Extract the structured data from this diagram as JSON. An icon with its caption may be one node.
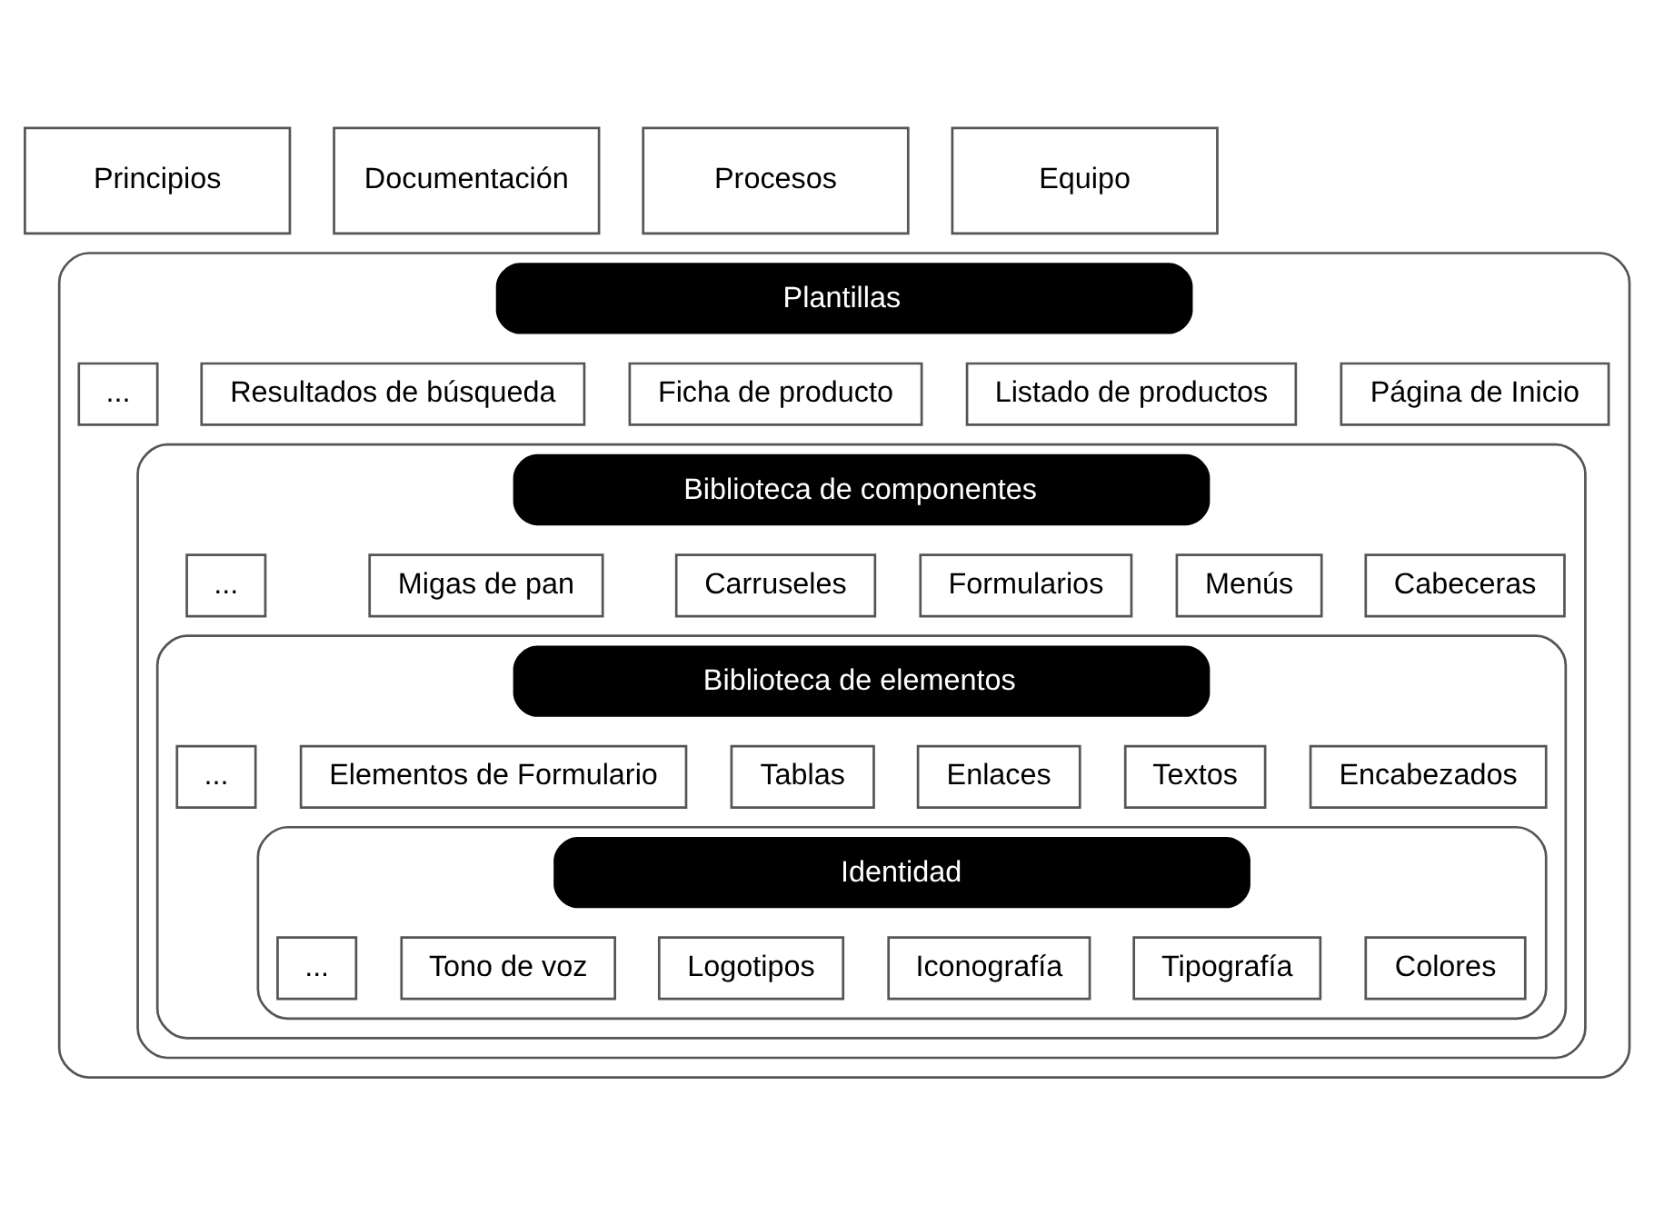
{
  "diagram": {
    "nodes": [
      {
        "text": [
          "Principios"
        ]
      },
      {
        "text": [
          "Documentación"
        ]
      },
      {
        "text": [
          "Procesos"
        ]
      },
      {
        "text": [
          "Equipo"
        ]
      },
      {
        "text": [
          "Plantillas"
        ]
      },
      {
        "text": [
          "Página de Inicio"
        ],
        "in": 4
      },
      {
        "text": [
          "Listado de productos"
        ],
        "in": 4
      },
      {
        "text": [
          "Ficha de producto"
        ],
        "in": 4
      },
      {
        "text": [
          "Resultados de búsqueda"
        ],
        "in": 4
      },
      {
        "text": [
          "..."
        ],
        "in": 4
      },
      {
        "text": [
          "Biblioteca de componentes"
        ],
        "in": 4
      },
      {
        "text": [
          "Cabeceras"
        ],
        "in": 10
      },
      {
        "text": [
          "Menús"
        ],
        "in": 10
      },
      {
        "text": [
          "Formularios"
        ],
        "in": 10
      },
      {
        "text": [
          "Carruseles"
        ],
        "in": 10
      },
      {
        "text": [
          "Migas de pan"
        ],
        "in": 10
      },
      {
        "text": [
          "..."
        ],
        "in": 10
      },
      {
        "text": [
          "Biblioteca de elementos"
        ],
        "in": 10
      },
      {
        "text": [
          "Encabezados"
        ],
        "in": 17
      },
      {
        "text": [
          "Textos"
        ],
        "in": 17
      },
      {
        "text": [
          "Enlaces"
        ],
        "in": 17
      },
      {
        "text": [
          "Tablas"
        ],
        "in": 17
      },
      {
        "text": [
          "Elementos de Formulario"
        ],
        "in": 17
      },
      {
        "text": [
          "..."
        ],
        "in": 17
      },
      {
        "text": [
          "Identidad"
        ],
        "in": 17
      },
      {
        "text": [
          "Colores"
        ],
        "in": 24
      },
      {
        "text": [
          "Tipografía"
        ],
        "in": 24
      },
      {
        "text": [
          "Iconografía"
        ],
        "in": 24
      },
      {
        "text": [
          "Logotipos"
        ],
        "in": 24
      },
      {
        "text": [
          "Tono de voz"
        ],
        "in": 24
      },
      {
        "text": [
          "..."
        ],
        "in": 24
      }
    ]
  }
}
